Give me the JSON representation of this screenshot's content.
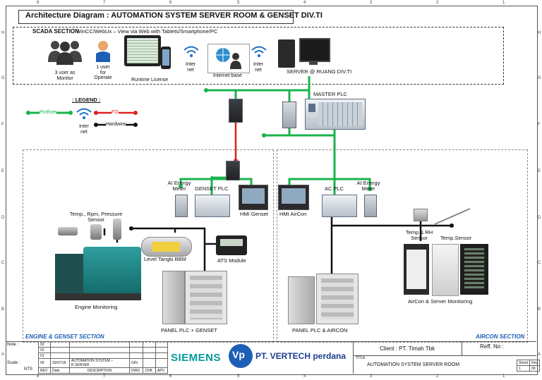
{
  "title": "Architecture Diagram : AUTOMATION SYSTEM SERVER ROOM & GENSET DIV.TI",
  "scada": {
    "section_label": "SCADA SECTION",
    "description": "WinCC/WebUx – View via Web with Tablets/Smartphone/PC",
    "users_monitor": "3 user as\nMonitor",
    "user_operate": "1 user\nfor\nOperate",
    "runtime": "Runtime License",
    "internet1": "Inter\nnet",
    "internet_base": "Internet base",
    "internet2": "Inter\nnet",
    "server": "SERVER @ RUANG DIV.TI"
  },
  "master_plc": "MASTER PLC",
  "legend": {
    "title": ": LEGEND :",
    "profinet": "Profinet",
    "fo": "FO",
    "internet": "Inter\nnet",
    "hardwire": "Hardwire"
  },
  "engine": {
    "section": "ENGINE & GENSET SECTION",
    "ai_meter": "AI Energy\nMeter",
    "genset_plc": "GENSET  PLC",
    "hmi": "HMI Genset",
    "sensor": "Temp., Rpm, Pressure\nSensor",
    "level": "Level Tangki BBM",
    "ats": "ATS Module",
    "engine_mon": "Engine Monitoring",
    "panel": "PANEL PLC + GENSET"
  },
  "aircon": {
    "section": "AIRCON SECTION",
    "hmi": "HMI AirCon",
    "ac_plc": "AC  PLC",
    "ai_meter": "AI Energy\nMeter",
    "temp_rh": "Temp & RH\nSensor",
    "temp": "Temp.Sensor",
    "monitoring": "AirCon & Server Monitoring",
    "panel": "PANEL PLC & AIRCON"
  },
  "titleblock": {
    "note": "Note :",
    "scale": "Scale :",
    "nts": "NTS",
    "rev_rows": [
      {
        "rev": "03",
        "date": "",
        "desc": ""
      },
      {
        "rev": "02",
        "date": "",
        "desc": ""
      },
      {
        "rev": "01",
        "date": "",
        "desc": ""
      },
      {
        "rev": "00",
        "date": "25/07/18",
        "desc": "AUTOMATION SYSTEM – R.SERVER",
        "gin": "GIN"
      }
    ],
    "rev_h": "REV",
    "date_h": "Date",
    "desc_h": "DESCRIPTION",
    "dwg_h": "DWG",
    "chk_h": "CHK",
    "apv_h": "APV",
    "siemens": "SIEMENS",
    "vp": "Vp",
    "company": "PT. VERTECH perdana",
    "client": "Client : PT. Timah Tbk",
    "ref": "Reff. No :",
    "title_label": "TITLE",
    "doc_title": "AUTOMATION SYSTEM SERVER ROOM",
    "sheet_h": "Sheet",
    "rev2_h": "Rev",
    "sheet": "1",
    "rev": "00"
  },
  "grid": {
    "top": [
      "8",
      "7",
      "6",
      "5",
      "4",
      "3",
      "2",
      "1"
    ],
    "side": [
      "H",
      "G",
      "F",
      "E",
      "D",
      "C",
      "B",
      "A"
    ]
  },
  "colors": {
    "profinet": "#19b34c",
    "fo": "#e02020",
    "hardwire": "#111111",
    "section": "#1d5fb5",
    "siemens": "#009999"
  }
}
